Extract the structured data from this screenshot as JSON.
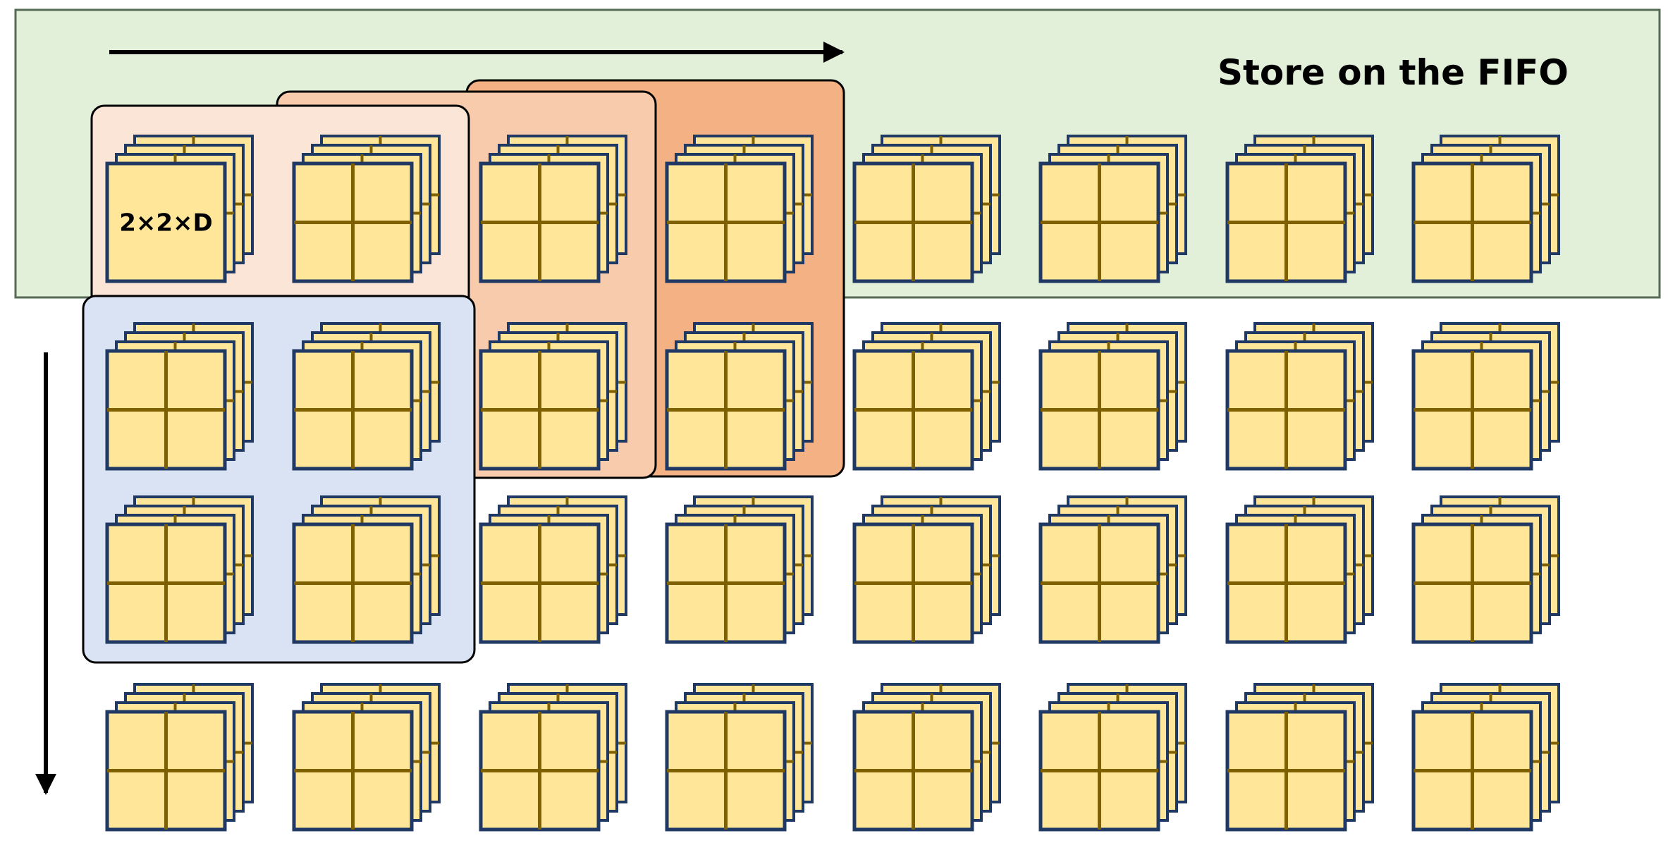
{
  "fifo": {
    "label": "Store on the FIFO",
    "fill": "#e2efd9",
    "stroke": "#556b55"
  },
  "tile": {
    "label": "2×2×D",
    "fill": "#ffe699",
    "border": "#1f3864",
    "divider": "#7f6000",
    "depth_layers": 4
  },
  "grid": {
    "columns": 8,
    "rows": 4
  },
  "windows": [
    {
      "id": "window-1",
      "fill": "#fbe5d6"
    },
    {
      "id": "window-2",
      "fill": "#f8cbad"
    },
    {
      "id": "window-3",
      "fill": "#f4b183"
    },
    {
      "id": "window-vertical",
      "fill": "#dae3f3"
    }
  ],
  "arrows": {
    "horizontal": "scan-right",
    "vertical": "scan-down",
    "color": "#000000"
  }
}
